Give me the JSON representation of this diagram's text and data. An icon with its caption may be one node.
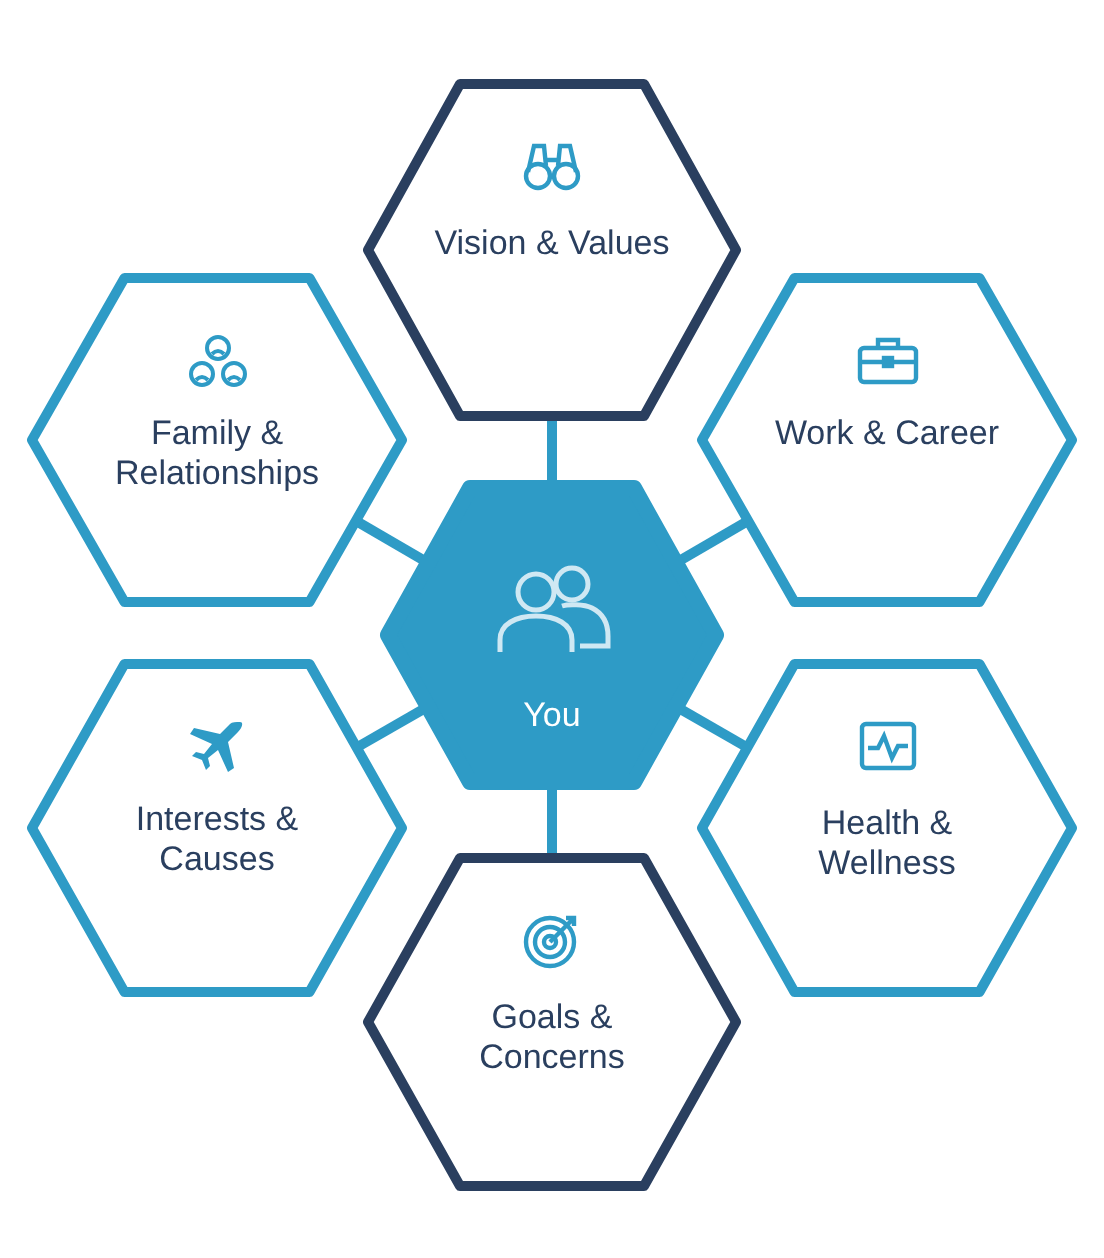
{
  "diagram": {
    "nodes": [
      {
        "text": [
          "You"
        ]
      },
      {
        "text": [
          "Vision & Values"
        ]
      },
      {
        "text": [
          "Work & Career"
        ]
      },
      {
        "text": [
          "Health & Wellness"
        ]
      },
      {
        "text": [
          "Goals & Concerns"
        ]
      },
      {
        "text": [
          "Interests & Causes"
        ]
      },
      {
        "text": [
          "Family & Relationships"
        ]
      }
    ],
    "edges": [
      {
        "from": 0,
        "to": 1,
        "arrow": "none"
      },
      {
        "from": 0,
        "to": 2,
        "arrow": "none"
      },
      {
        "from": 0,
        "to": 3,
        "arrow": "none"
      },
      {
        "from": 0,
        "to": 4,
        "arrow": "none"
      },
      {
        "from": 0,
        "to": 5,
        "arrow": "none"
      },
      {
        "from": 0,
        "to": 6,
        "arrow": "none"
      }
    ]
  }
}
